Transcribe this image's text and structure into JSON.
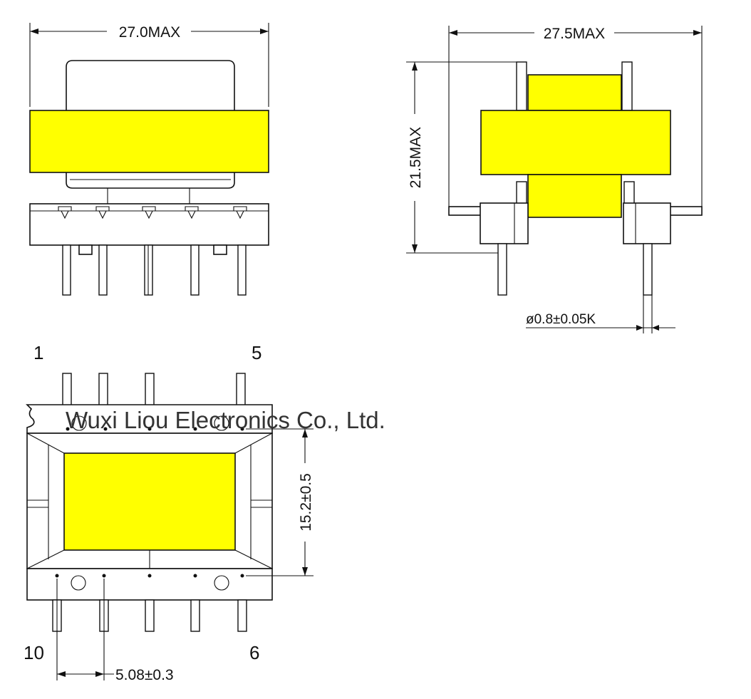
{
  "colors": {
    "core": "#ffff00",
    "line": "#111111",
    "paper": "#ffffff"
  },
  "front_view": {
    "width_dim": "27.0MAX"
  },
  "side_view": {
    "width_dim": "27.5MAX",
    "height_dim": "21.5MAX",
    "pin_dia_dim": "ø0.8±0.05K"
  },
  "bottom_view": {
    "pin_1": "1",
    "pin_5": "5",
    "pin_6": "6",
    "pin_10": "10",
    "row_spacing_dim": "15.2±0.5",
    "pin_pitch_dim": "5.08±0.3"
  },
  "watermark": "Wuxi Liou Electronics Co., Ltd."
}
